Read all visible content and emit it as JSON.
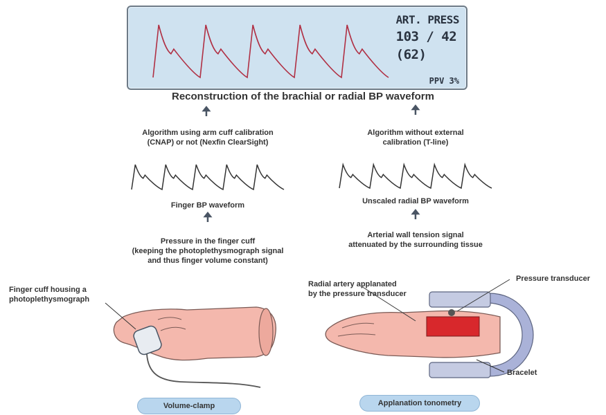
{
  "monitor": {
    "parameter": "ART. PRESS",
    "sys_dia": "103 / 42",
    "mean": "(62)",
    "ppv": "PPV 3%",
    "waveform_color": "#b03044"
  },
  "title": "Reconstruction of the brachial or radial BP waveform",
  "left": {
    "algorithm": [
      "Algorithm using arm cuff calibration",
      "(CNAP) or not (Nexfin ClearSight)"
    ],
    "waveform_label": "Finger BP waveform",
    "signal": [
      "Pressure in the finger cuff",
      "(keeping the photoplethysmograph signal",
      "and thus finger volume constant)"
    ],
    "callout": [
      "Finger cuff housing a",
      "photoplethysmograph"
    ],
    "method": "Volume-clamp"
  },
  "right": {
    "algorithm": [
      "Algorithm without external",
      "calibration (T-line)"
    ],
    "waveform_label": "Unscaled radial BP waveform",
    "signal": [
      "Arterial wall tension signal",
      "attenuated by the surrounding tissue"
    ],
    "callout_artery": [
      "Radial artery applanated",
      "by the pressure transducer"
    ],
    "callout_transducer": "Pressure transducer",
    "callout_bracelet": "Bracelet",
    "method": "Applanation tonometry"
  },
  "colors": {
    "skin": "#f4b8ad",
    "skin_outline": "#7a5a55",
    "transducer": "#d8282c",
    "bracelet": "#aab2d8"
  }
}
